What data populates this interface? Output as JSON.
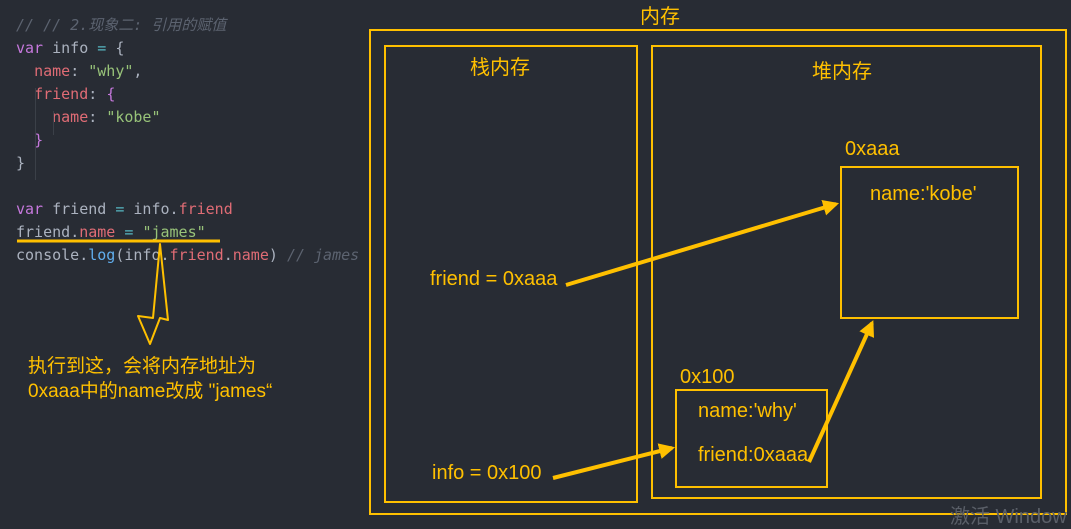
{
  "code": {
    "l1": "// // 2.现象二: 引用的赋值",
    "kw_var": "var",
    "v_info": "info",
    "eq": "=",
    "brace_open": "{",
    "k_name": "name",
    "colon": ":",
    "s_why": "\"why\"",
    "comma": ",",
    "k_friend": "friend",
    "s_kobe": "\"kobe\"",
    "brace_close": "}",
    "v_friend": "friend",
    "dot": ".",
    "s_james": "\"james\"",
    "console": "console",
    "log": "log",
    "paren_open": "(",
    "paren_close": ")",
    "comment_james": "// james"
  },
  "annotation": {
    "line1": "执行到这，会将内存地址为",
    "line2": "0xaaa中的name改成 \"james“"
  },
  "diagram": {
    "memory_title": "内存",
    "stack_title": "栈内存",
    "heap_title": "堆内存",
    "stack_friend": "friend = 0xaaa",
    "stack_info": "info = 0x100",
    "addr_aaa": "0xaaa",
    "obj_aaa_name": "name:'kobe'",
    "addr_100": "0x100",
    "obj_100_name": "name:'why'",
    "obj_100_friend": "friend:0xaaa",
    "accent_color": "#ffc000"
  },
  "watermark": "激活 Window"
}
